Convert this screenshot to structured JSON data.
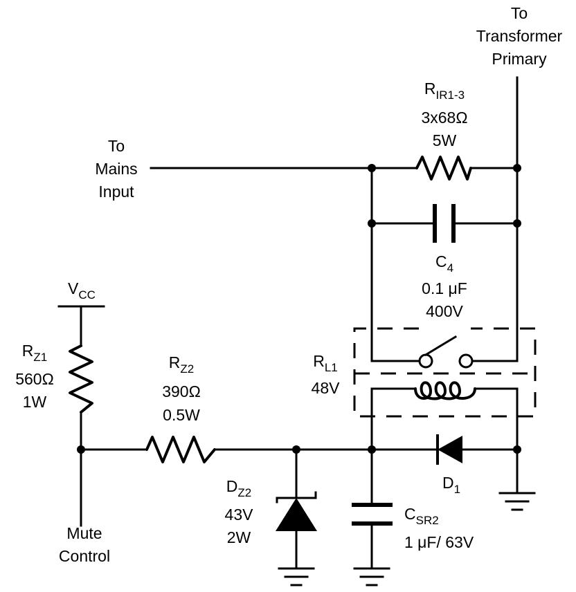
{
  "labels": {
    "to_transformer": [
      "To",
      "Transformer",
      "Primary"
    ],
    "to_mains": [
      "To",
      "Mains",
      "Input"
    ],
    "r_ir": {
      "letter": "R",
      "sub": "IR1-3",
      "value": "3x68Ω",
      "power": "5W"
    },
    "c4": {
      "letter": "C",
      "sub": "4",
      "value": "0.1 μF",
      "voltage": "400V"
    },
    "vcc": {
      "letter": "V",
      "sub": "CC"
    },
    "rz1": {
      "letter": "R",
      "sub": "Z1",
      "value": "560Ω",
      "power": "1W"
    },
    "rz2": {
      "letter": "R",
      "sub": "Z2",
      "value": "390Ω",
      "power": "0.5W"
    },
    "rl1": {
      "letter": "R",
      "sub": "L1",
      "voltage": "48V"
    },
    "dz2": {
      "letter": "D",
      "sub": "Z2",
      "voltage": "43V",
      "power": "2W"
    },
    "csr2": {
      "letter": "C",
      "sub": "SR2",
      "value": "1 μF/ 63V"
    },
    "d1": {
      "letter": "D",
      "sub": "1"
    },
    "mute": [
      "Mute",
      "Control"
    ]
  }
}
